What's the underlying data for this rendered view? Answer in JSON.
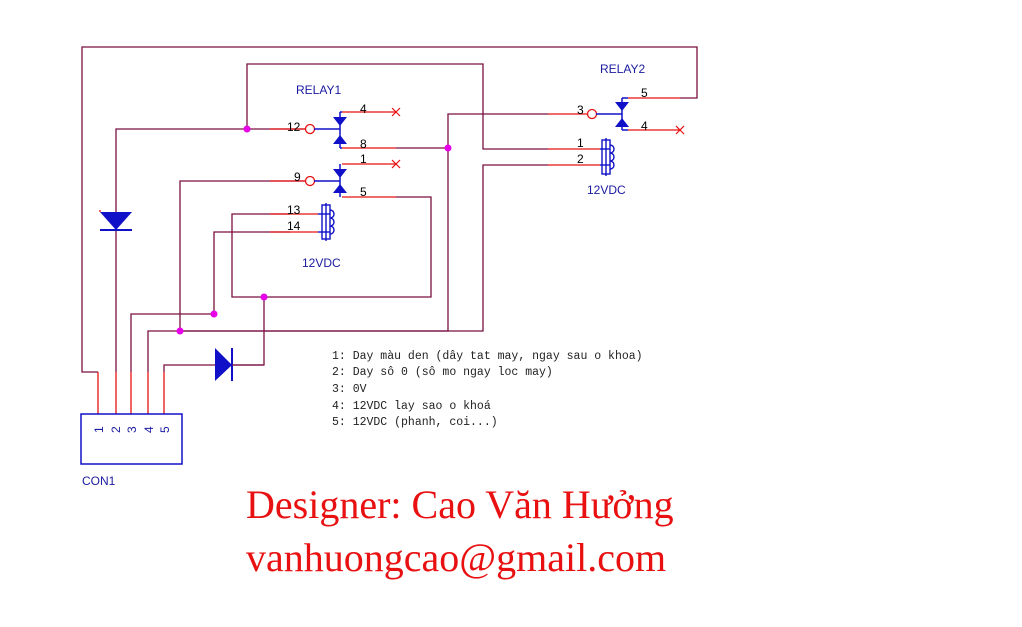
{
  "relays": [
    {
      "name": "RELAY1",
      "pins": [
        "4",
        "12",
        "8",
        "1",
        "9",
        "5"
      ],
      "coil_pins": [
        "13",
        "14"
      ],
      "coil_label": "12VDC"
    },
    {
      "name": "RELAY2",
      "pins": [
        "3",
        "5",
        "4"
      ],
      "coil_pins": [
        "1",
        "2"
      ],
      "coil_label": "12VDC"
    }
  ],
  "connector": {
    "name": "CON1",
    "pins": [
      "1",
      "2",
      "3",
      "4",
      "5"
    ]
  },
  "notes": [
    "1: Day màu den (dây tat may, ngay sau o khoa)",
    "2: Day sô 0 (sô mo ngay loc may)",
    "3: 0V",
    "4: 12VDC lay sao o khoá",
    "5: 12VDC (phanh, coi...)"
  ],
  "credits": {
    "designer": "Designer: Cao Văn Hưởng",
    "email": "vanhuongcao@gmail.com"
  },
  "colors": {
    "wire": "#7a1040",
    "pin": "#e81010",
    "component": "#1010c8",
    "junction": "#e800e8",
    "credit": "#e81010"
  }
}
